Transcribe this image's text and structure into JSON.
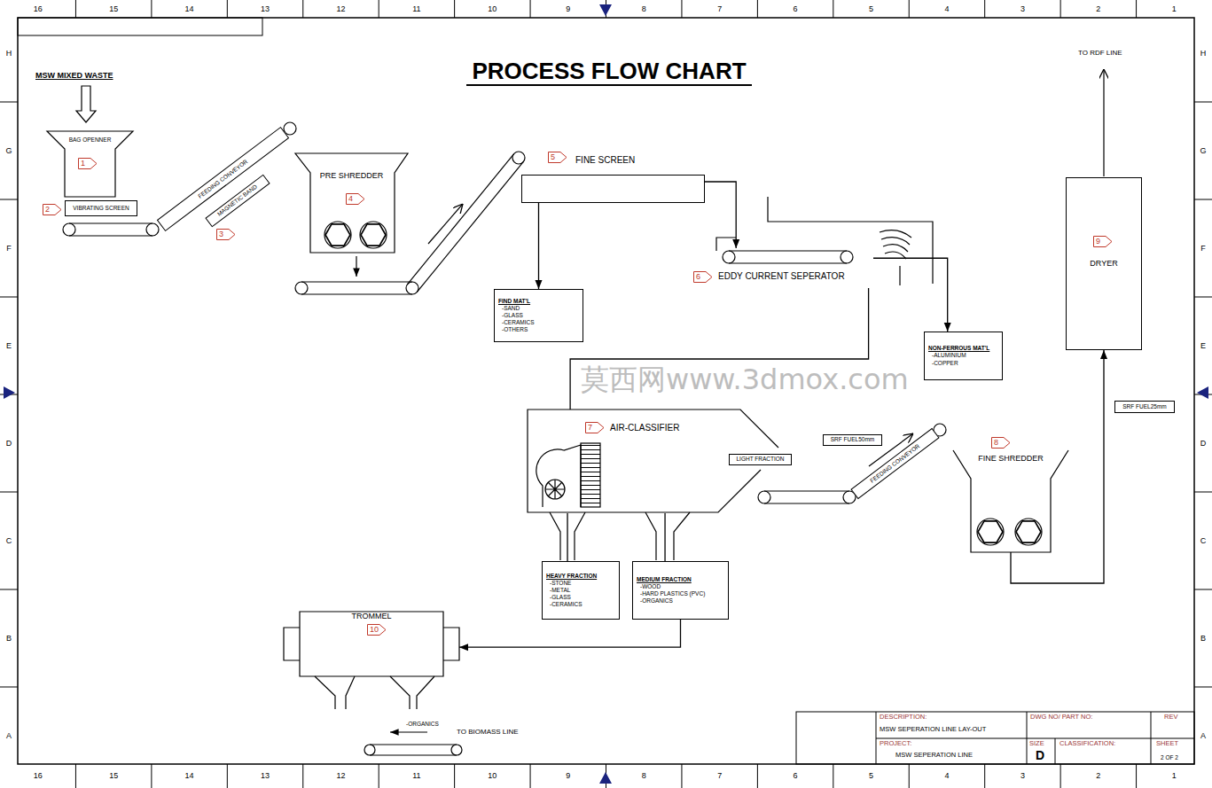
{
  "diagram": {
    "title": "PROCESS FLOW CHART",
    "nodes": [
      {
        "text": [
          "BAG OPENNER"
        ]
      },
      {
        "text": [
          "VIBRATING SCREEN"
        ]
      },
      {
        "text": [
          "FEEDING CONVEYOR"
        ]
      },
      {
        "text": [
          "MAGNETIC BAND"
        ]
      },
      {
        "text": [
          "PRE SHREDDER"
        ]
      },
      {
        "text": [
          "FINE SCREEN"
        ]
      },
      {
        "text": [
          "FIND MAT'L",
          "-SAND",
          "-GLASS",
          "-CERAMICS",
          "-OTHERS"
        ]
      },
      {
        "text": [
          "EDDY CURRENT SEPERATOR"
        ]
      },
      {
        "text": [
          "NON-FERROUS MAT'L",
          "-ALUMINIUM",
          "-COPPER"
        ]
      },
      {
        "text": [
          "AIR-CLASSIFIER"
        ]
      },
      {
        "text": [
          "LIGHT FRACTION"
        ]
      },
      {
        "text": [
          "HEAVY FRACTION",
          "-STONE",
          "-METAL",
          "-GLASS",
          "-CERAMICS"
        ]
      },
      {
        "text": [
          "MEDIUM FRACTION",
          "-WOOD",
          "-HARD PLASTICS (PVC)",
          "-ORGANICS"
        ]
      },
      {
        "text": [
          "SRF FUEL50mm"
        ]
      },
      {
        "text": [
          "FEEDING CONVEYOR"
        ]
      },
      {
        "text": [
          "FINE SHREDDER"
        ]
      },
      {
        "text": [
          "SRF FUEL25mm"
        ]
      },
      {
        "text": [
          "DRYER"
        ]
      },
      {
        "text": [
          "TROMMEL"
        ]
      }
    ],
    "edges": [
      {
        "from": 5,
        "to": 6,
        "arrow": "to"
      },
      {
        "from": 5,
        "to": 7,
        "arrow": "to"
      },
      {
        "from": 7,
        "to": 8,
        "arrow": "to"
      },
      {
        "from": 7,
        "to": 9,
        "arrow": "none"
      },
      {
        "from": 9,
        "to": 11,
        "arrow": "none"
      },
      {
        "from": 9,
        "to": 12,
        "arrow": "none"
      },
      {
        "from": 12,
        "to": 18,
        "arrow": "to"
      },
      {
        "from": 15,
        "to": 17,
        "arrow": "to"
      }
    ],
    "labels": [
      "MSW MIXED WASTE",
      "1",
      "2",
      "3",
      "4",
      "5",
      "6",
      "7",
      "8",
      "9",
      "10",
      "TO RDF LINE",
      "-ORGANICS",
      "TO BIOMASS LINE",
      "莫西网www.3dmox.com",
      "16",
      "15",
      "14",
      "13",
      "12",
      "11",
      "10",
      "9",
      "8",
      "7",
      "6",
      "5",
      "4",
      "3",
      "2",
      "1",
      "16",
      "15",
      "14",
      "13",
      "12",
      "11",
      "10",
      "9",
      "8",
      "7",
      "6",
      "5",
      "4",
      "3",
      "2",
      "1",
      "H",
      "G",
      "F",
      "E",
      "D",
      "C",
      "B",
      "A",
      "H",
      "G",
      "F",
      "E",
      "D",
      "C",
      "B",
      "A",
      "DESCRIPTION:",
      "MSW SEPERATION LINE LAY-OUT",
      "DWG NO/ PART NO:",
      "REV",
      "PROJECT:",
      "MSW SEPERATION LINE",
      "SIZE",
      "D",
      "CLASSIFICATION:",
      "SHEET",
      "2 OF 2"
    ]
  }
}
